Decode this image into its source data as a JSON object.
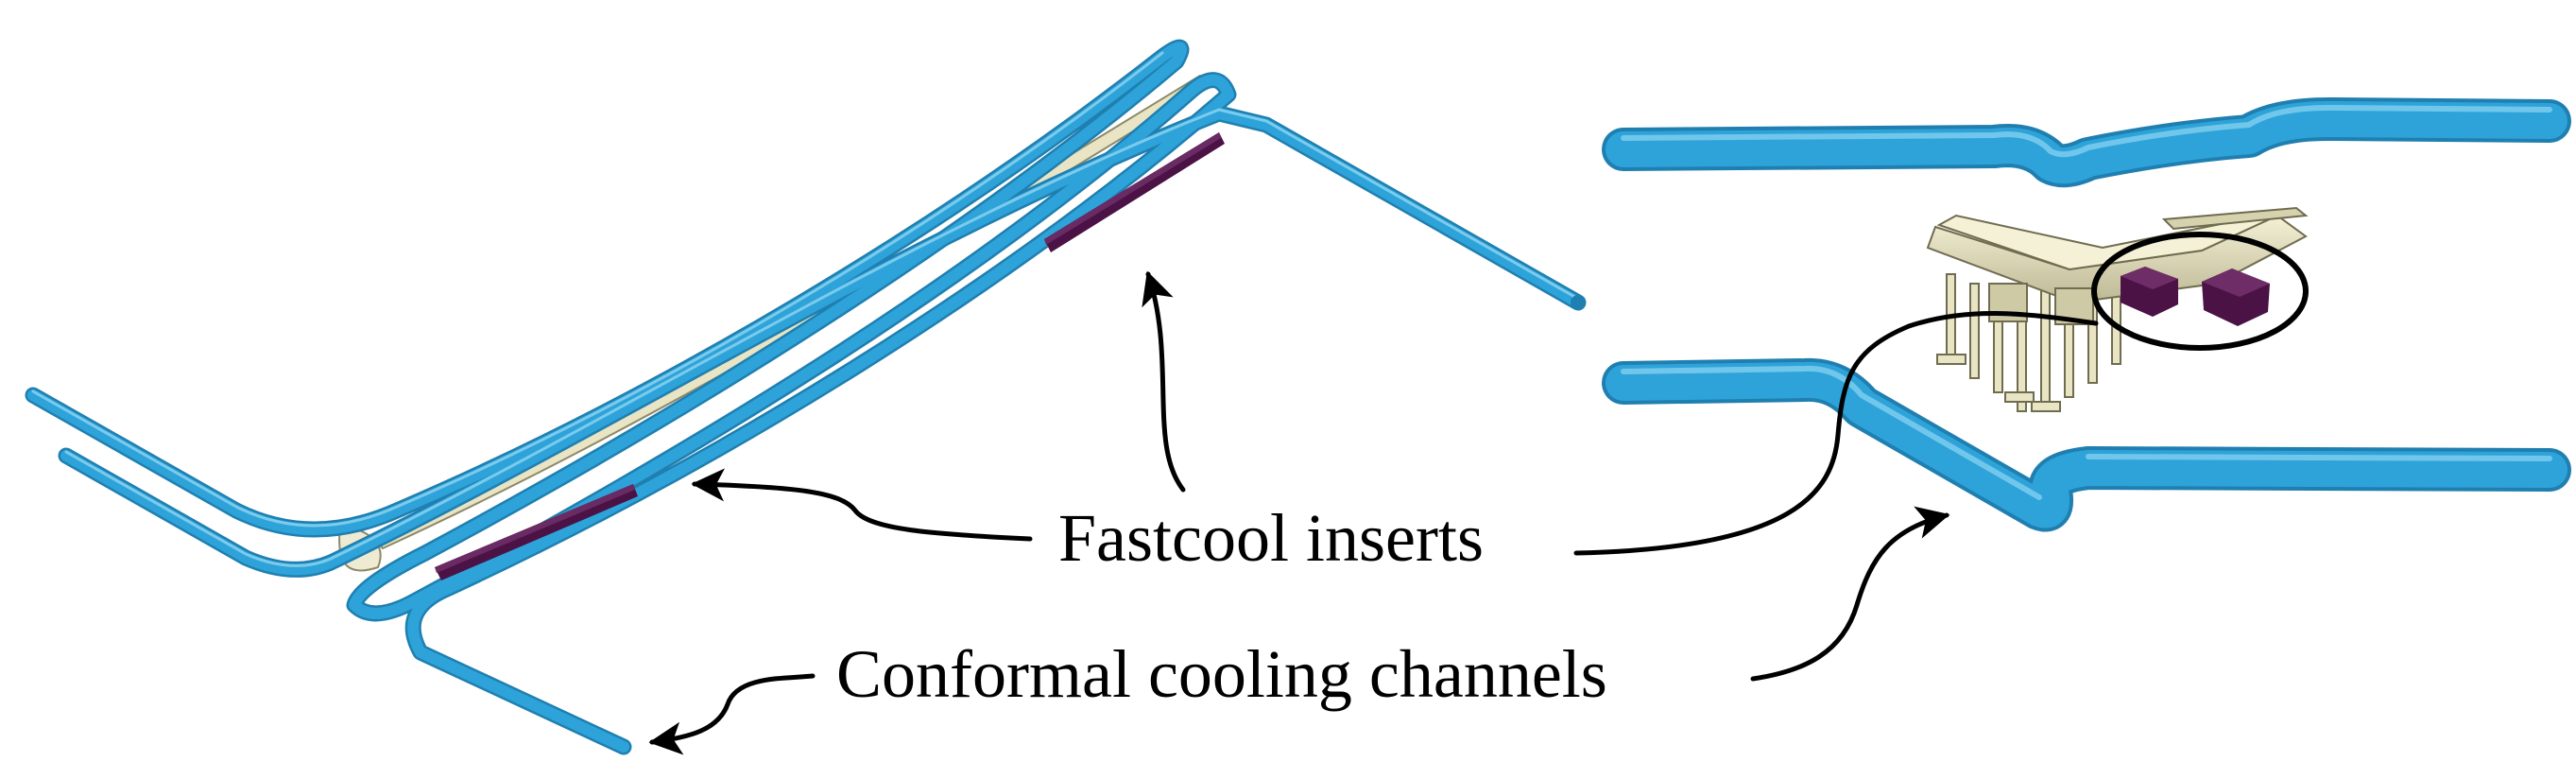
{
  "labels": {
    "fastcool": "Fastcool inserts",
    "conformal": "Conformal cooling channels"
  },
  "colors": {
    "channel": "#2EA3D9",
    "channel_dark": "#1F7FB0",
    "channel_light": "#8FD6F2",
    "insert": "#4B1246",
    "mold_part": "#E8E4C4",
    "mold_part_dark": "#8D8A68",
    "annotation": "#000000"
  },
  "icons": {
    "arrow": "arrowhead",
    "highlight": "ellipse-outline"
  }
}
